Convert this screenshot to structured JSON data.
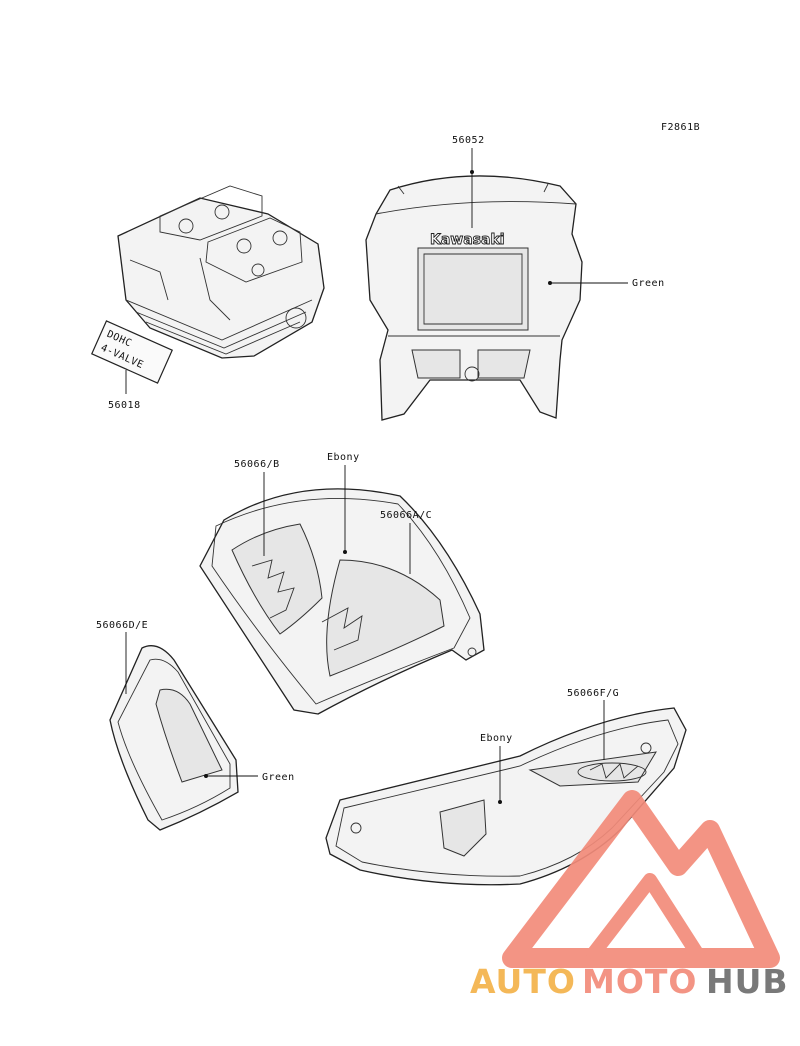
{
  "figure_code": "F2861B",
  "callouts": {
    "headlight_cowl_part": "56052",
    "cowl_color": "Green",
    "cowl_logo": "Kawasaki",
    "engine_part": "56018",
    "engine_label_line1": "DOHC",
    "engine_label_line2": "4-VALVE",
    "tank_part_left": "56066/B",
    "tank_color": "Ebony",
    "tank_part_right": "56066A/C",
    "side_cover_part": "56066D/E",
    "side_cover_color": "Green",
    "seat_cowl_part": "56066F/G",
    "seat_cowl_color": "Ebony"
  },
  "watermark": {
    "word1": "AUTO",
    "word2": "MOTO",
    "word3": "HUB",
    "color_primary": "#f28b7a",
    "color_secondary": "#f4b24a",
    "color_dark": "#6e6e6e"
  }
}
